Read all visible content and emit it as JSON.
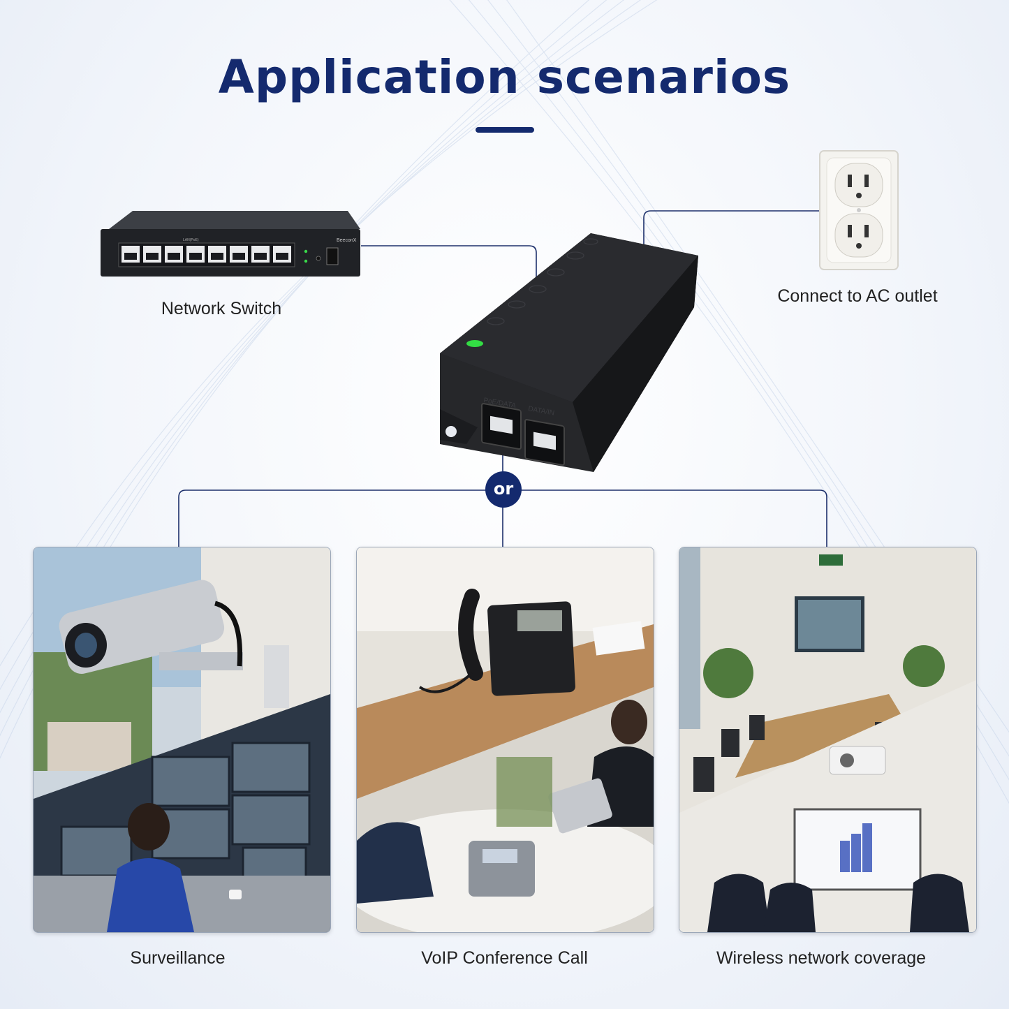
{
  "title": "Application scenarios",
  "switch": {
    "label": "Network Switch",
    "brand": "BeeconX",
    "port_label": "LAN(PoE)"
  },
  "outlet": {
    "label": "Connect to AC outlet"
  },
  "injector": {
    "port_poe": "PoE/DATA",
    "port_in": "DATA/IN"
  },
  "or_label": "or",
  "scenarios": [
    {
      "label": "Surveillance"
    },
    {
      "label": "VoIP Conference Call"
    },
    {
      "label": "Wireless network coverage"
    }
  ],
  "colors": {
    "accent": "#142a6e",
    "led": "#33dd44",
    "device": "#1e1f22"
  }
}
